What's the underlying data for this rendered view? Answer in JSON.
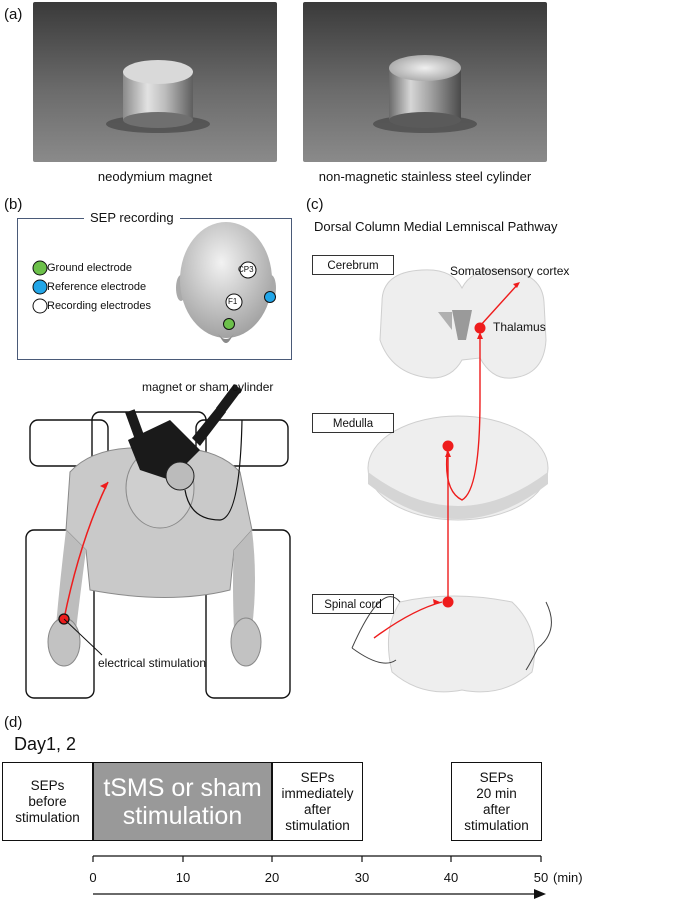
{
  "panel_a": {
    "letter": "(a)",
    "left_caption": "neodymium magnet",
    "right_caption": "non-magnetic stainless steel cylinder"
  },
  "panel_b": {
    "letter": "(b)",
    "sep_title": "SEP recording",
    "legend": [
      {
        "label": "Ground electrode",
        "color": "#6cc04a"
      },
      {
        "label": "Reference electrode",
        "color": "#22a6e8"
      },
      {
        "label": "Recording electrodes",
        "color": "#ffffff"
      }
    ],
    "electrodes": [
      "CP3",
      "F1"
    ],
    "magnet_label": "magnet or sham cylinder",
    "stim_label": "electrical stimulation"
  },
  "panel_c": {
    "letter": "(c)",
    "title": "Dorsal Column Medial Lemniscal Pathway",
    "levels": [
      "Cerebrum",
      "Medulla",
      "Spinal cord"
    ],
    "cortex_label": "Somatosensory cortex",
    "thalamus_label": "Thalamus",
    "pathway_color": "#ee1c1c"
  },
  "panel_d": {
    "letter": "(d)",
    "day_label": "Day1, 2",
    "boxes": [
      {
        "lines": [
          "SEPs",
          "before",
          "stimulation"
        ]
      },
      {
        "lines": [
          "tSMS or sham",
          "stimulation"
        ]
      },
      {
        "lines": [
          "SEPs",
          "immediately",
          "after",
          "stimulation"
        ]
      },
      {
        "lines": [
          "SEPs",
          "20 min",
          "after",
          "stimulation"
        ]
      }
    ],
    "ticks": [
      "0",
      "10",
      "20",
      "30",
      "40",
      "50"
    ],
    "unit": "(min)"
  }
}
